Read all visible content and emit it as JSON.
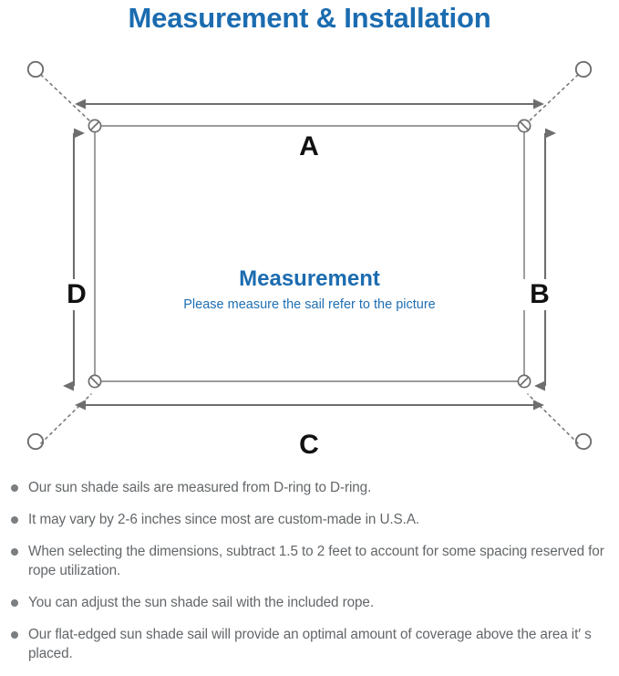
{
  "page": {
    "title": "Measurement & Installation",
    "background_color": "#ffffff",
    "accent_color": "#1B6CB0",
    "line_color": "#6e6e6e",
    "text_color": "#63676a"
  },
  "diagram": {
    "name": "sun-shade-sail-measurement-diagram",
    "centre": {
      "heading": "Measurement",
      "subheading": "Please measure the sail refer to the picture"
    },
    "dimension_labels": {
      "top": "A",
      "right": "B",
      "bottom": "C",
      "left": "D"
    },
    "corner_rings": [
      {
        "name": "anchor-ring-top-left",
        "position": "top-left"
      },
      {
        "name": "anchor-ring-top-right",
        "position": "top-right"
      },
      {
        "name": "anchor-ring-bottom-left",
        "position": "bottom-left"
      },
      {
        "name": "anchor-ring-bottom-right",
        "position": "bottom-right"
      }
    ],
    "d_rings": [
      {
        "name": "d-ring-top-left",
        "position": "top-left"
      },
      {
        "name": "d-ring-top-right",
        "position": "top-right"
      },
      {
        "name": "d-ring-bottom-left",
        "position": "bottom-left"
      },
      {
        "name": "d-ring-bottom-right",
        "position": "bottom-right"
      }
    ]
  },
  "notes": [
    "Our sun shade sails are measured from D-ring to D-ring.",
    "It may vary by 2-6 inches since most are custom-made in U.S.A.",
    "When selecting the dimensions, subtract 1.5 to 2 feet to account for some spacing reserved for rope utilization.",
    "You can adjust the sun shade sail with the included rope.",
    "Our flat-edged sun shade sail will provide an optimal amount of coverage above the area it′ s placed."
  ]
}
